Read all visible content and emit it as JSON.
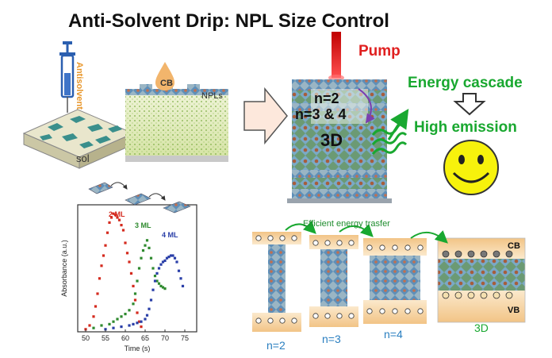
{
  "title": "Anti-Solvent Drip: NPL Size Control",
  "synthesis": {
    "antisolvent_label": "Antisolvent",
    "sol_label": "sol",
    "cb_label": "CB",
    "npls_label": "NPLs"
  },
  "film": {
    "pump_label": "Pump",
    "n2_label": "n=2",
    "n34_label": "n=3 & 4",
    "bulk_label": "3D"
  },
  "outcome": {
    "cascade_label": "Energy cascade",
    "emission_label": "High emission"
  },
  "bands": {
    "transfer_label": "Efficient energy trasfer",
    "cb_label": "CB",
    "vb_label": "VB",
    "phases": [
      "n=2",
      "n=3",
      "n=4",
      "3D"
    ]
  },
  "colors": {
    "accent_red": "#e02020",
    "accent_green": "#19a830",
    "ml2": "#d42a1e",
    "ml3": "#2f8a2f",
    "ml4": "#2a3fa8",
    "phase_label": "#2a7fc0"
  },
  "chart_data": {
    "type": "scatter",
    "title": "",
    "xlabel": "Time (s)",
    "ylabel": "Absorbance (a.u.)",
    "xlim": [
      48,
      78
    ],
    "ylim": [
      0,
      1
    ],
    "xticks": [
      50,
      55,
      60,
      65,
      70,
      75
    ],
    "series": [
      {
        "name": "2 ML",
        "color": "#d42a1e",
        "x": [
          50,
          51,
          52,
          52.5,
          53,
          53.5,
          54,
          54.5,
          55,
          55.5,
          56,
          56.5,
          57,
          57.5,
          58,
          58.5,
          59,
          59.5,
          60,
          60.5,
          61,
          61.5,
          62,
          62.5,
          63,
          63.5,
          64
        ],
        "y": [
          0.02,
          0.05,
          0.12,
          0.2,
          0.3,
          0.42,
          0.52,
          0.6,
          0.68,
          0.78,
          0.86,
          0.9,
          0.93,
          0.92,
          0.9,
          0.88,
          0.84,
          0.8,
          0.7,
          0.62,
          0.55,
          0.46,
          0.36,
          0.25,
          0.15,
          0.08,
          0.04
        ]
      },
      {
        "name": "3 ML",
        "color": "#2f8a2f",
        "x": [
          52,
          54,
          56,
          57,
          58,
          59,
          60,
          61,
          62,
          62.5,
          63,
          63.5,
          64,
          64.5,
          65,
          65.5,
          66,
          66.5,
          67,
          67.5,
          68,
          68.5,
          69,
          69.5,
          70
        ],
        "y": [
          0.03,
          0.05,
          0.06,
          0.08,
          0.1,
          0.12,
          0.14,
          0.17,
          0.22,
          0.3,
          0.4,
          0.5,
          0.58,
          0.64,
          0.68,
          0.72,
          0.66,
          0.58,
          0.5,
          0.44,
          0.4,
          0.38,
          0.36,
          0.35,
          0.34
        ]
      },
      {
        "name": "4 ML",
        "color": "#2a3fa8",
        "x": [
          55,
          57,
          59,
          61,
          62,
          63,
          64,
          65,
          65.5,
          66,
          66.5,
          67,
          67.5,
          68,
          68.5,
          69,
          69.5,
          70,
          70.5,
          71,
          71.5,
          72,
          72.5,
          73,
          73.5,
          74,
          74.5
        ],
        "y": [
          0.02,
          0.03,
          0.04,
          0.05,
          0.06,
          0.07,
          0.08,
          0.1,
          0.13,
          0.18,
          0.25,
          0.33,
          0.4,
          0.46,
          0.5,
          0.53,
          0.55,
          0.56,
          0.58,
          0.59,
          0.6,
          0.6,
          0.58,
          0.55,
          0.48,
          0.42,
          0.36
        ]
      }
    ],
    "legend_labels": [
      "2 ML",
      "3 ML",
      "4 ML"
    ]
  }
}
